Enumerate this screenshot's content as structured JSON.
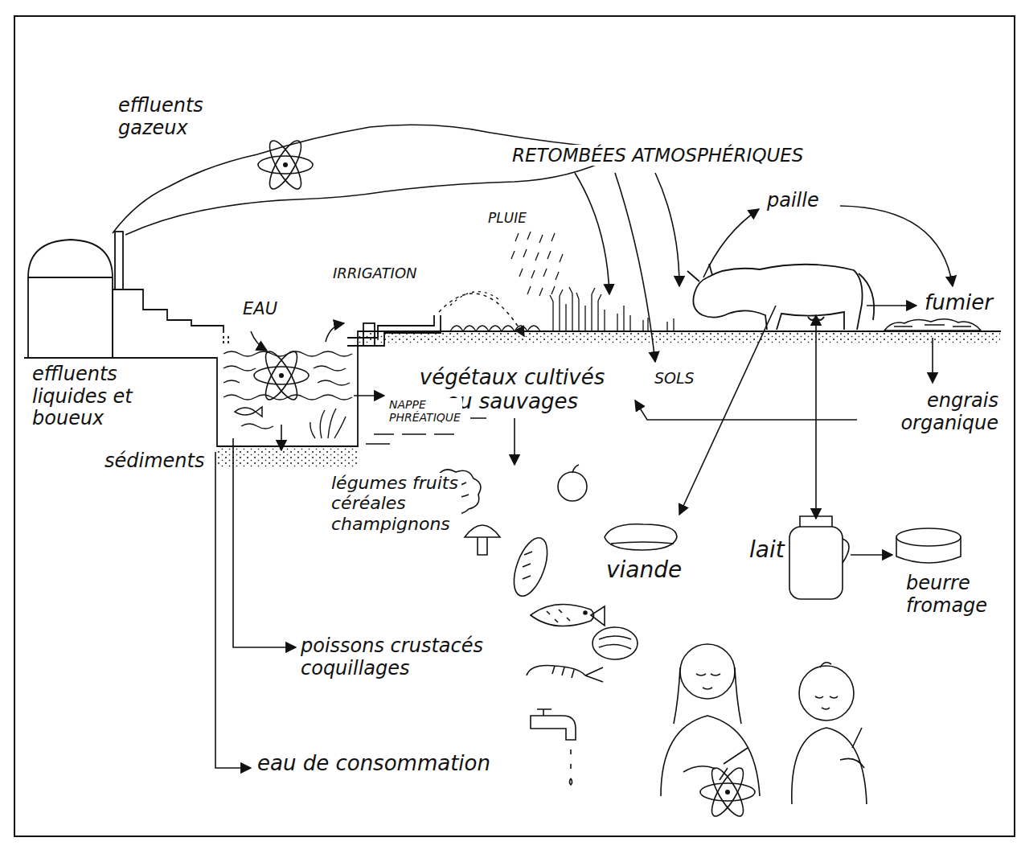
{
  "diagram": {
    "labels": [
      "effluents gazeux",
      "RETOMBÉES ATMOSPHÉRIQUES",
      "PLUIE",
      "paille",
      "IRRIGATION",
      "EAU",
      "fumier",
      "effluents liquides et boueux",
      "végétaux cultivés ou sauvages",
      "SOLS",
      "NAPPE PHRÉATIQUE",
      "engrais organique",
      "sédiments",
      "légumes fruits céréales champignons",
      "viande",
      "lait",
      "beurre fromage",
      "poissons crustacés coquillages",
      "eau de consommation"
    ]
  }
}
